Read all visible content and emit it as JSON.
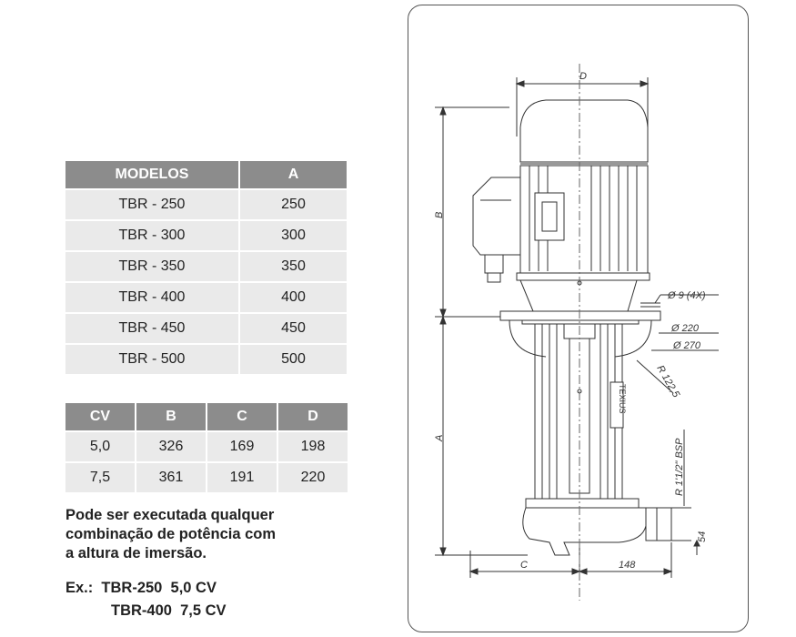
{
  "models_table": {
    "headers": [
      "MODELOS",
      "A"
    ],
    "rows": [
      [
        "TBR - 250",
        "250"
      ],
      [
        "TBR - 300",
        "300"
      ],
      [
        "TBR - 350",
        "350"
      ],
      [
        "TBR - 400",
        "400"
      ],
      [
        "TBR - 450",
        "450"
      ],
      [
        "TBR - 500",
        "500"
      ]
    ]
  },
  "power_table": {
    "headers": [
      "CV",
      "B",
      "C",
      "D"
    ],
    "rows": [
      [
        "5,0",
        "326",
        "169",
        "198"
      ],
      [
        "7,5",
        "361",
        "191",
        "220"
      ]
    ]
  },
  "note": {
    "line1": "Pode ser executada qualquer",
    "line2": "combinação de potência com",
    "line3": "a altura de imersão.",
    "example1": "Ex.:  TBR-250  5,0 CV",
    "example2": "TBR-400  7,5 CV"
  },
  "drawing": {
    "dim_d": "D",
    "dim_b": "B",
    "dim_a": "A",
    "dim_c": "C",
    "dim_148": "148",
    "dim_54": "54",
    "hole": "Ø  9  (4X)",
    "dia_220": "Ø  220",
    "dia_270": "Ø  270",
    "radius": "R 122,5",
    "thread": "R 1'1/2\" BSP",
    "brand": "TEXIUS"
  }
}
